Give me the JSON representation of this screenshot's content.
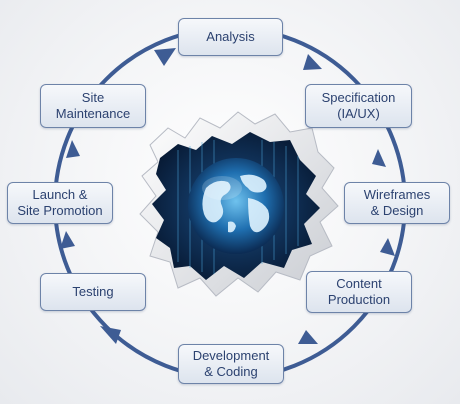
{
  "steps": {
    "analysis": {
      "line1": "Analysis",
      "line2": ""
    },
    "specification": {
      "line1": "Specification",
      "line2": "(IA/UX)"
    },
    "wireframes": {
      "line1": "Wireframes",
      "line2": "& Design"
    },
    "content": {
      "line1": "Content",
      "line2": "Production"
    },
    "development": {
      "line1": "Development",
      "line2": "& Coding"
    },
    "testing": {
      "line1": "Testing",
      "line2": ""
    },
    "launch": {
      "line1": "Launch &",
      "line2": "Site Promotion"
    },
    "maintenance": {
      "line1": "Site",
      "line2": "Maintenance"
    }
  },
  "colors": {
    "cycle_stroke": "#3e5c94",
    "node_border": "#6d83a8",
    "node_text": "#2c4270",
    "globe": "#1f6fb0"
  },
  "center_image": "torn-paper-globe-icon"
}
